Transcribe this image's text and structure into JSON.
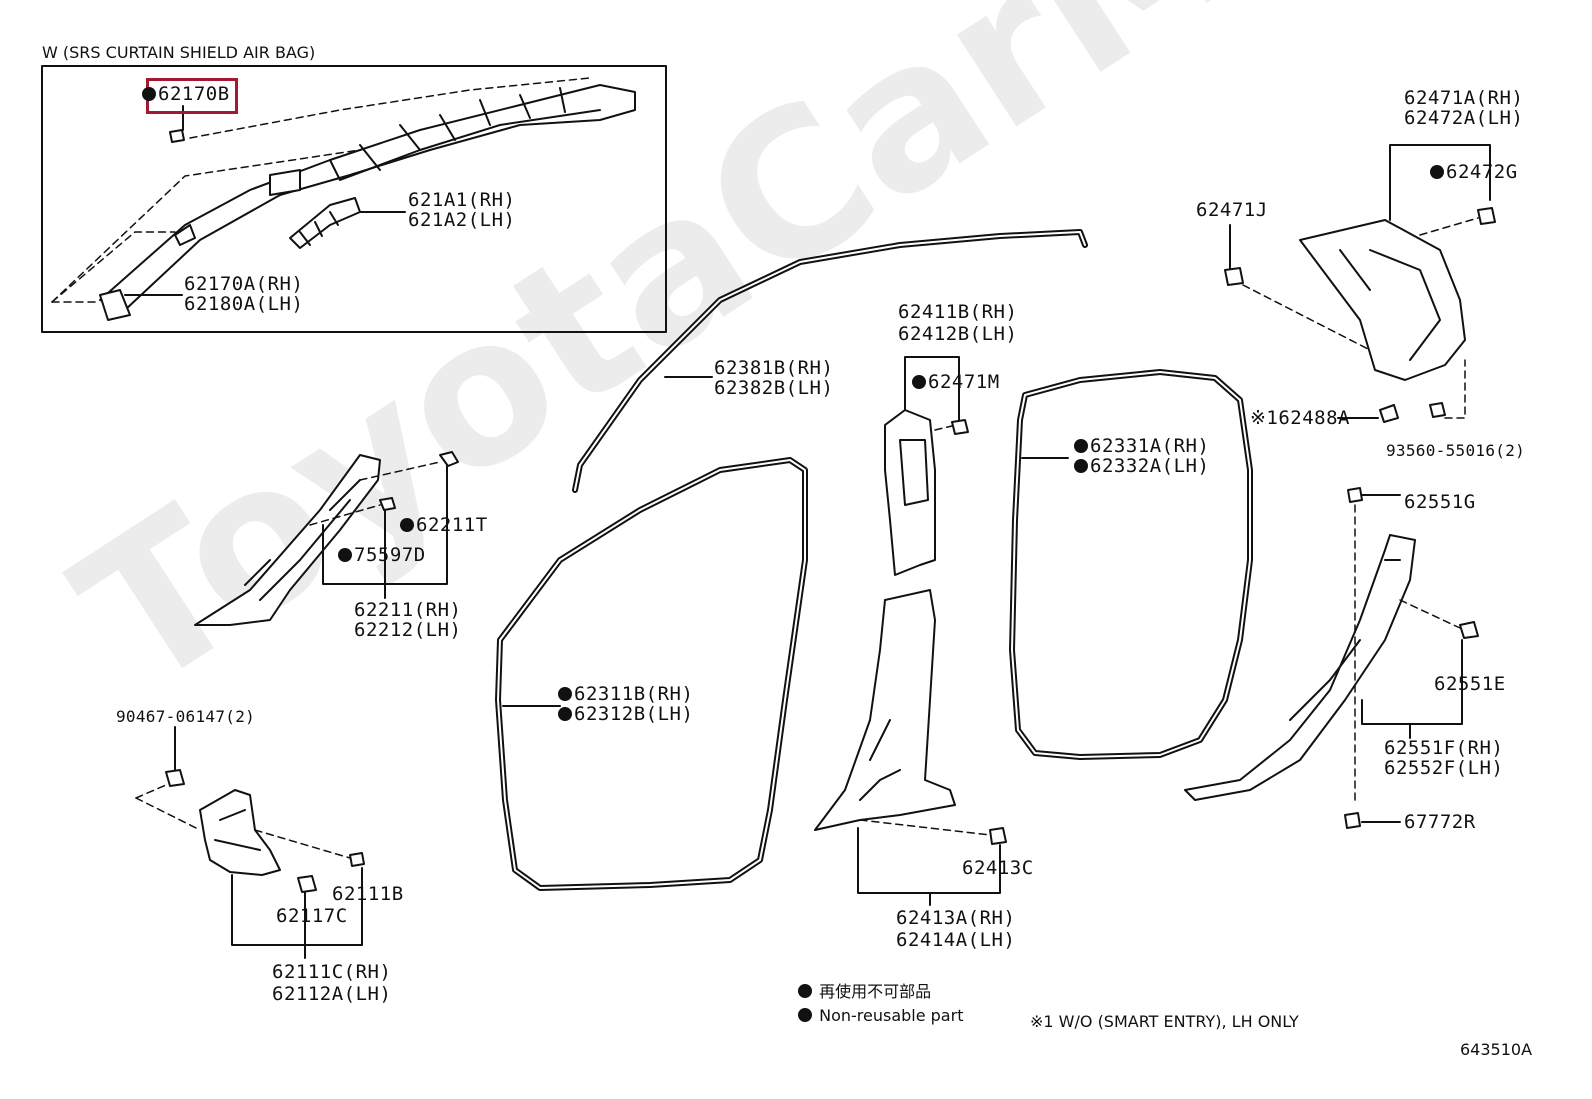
{
  "inset_title": "W (SRS CURTAIN SHIELD AIR BAG)",
  "watermark": "ToyotaCarMine.ru",
  "labels": {
    "p62170B": "62170B",
    "p621A1": "621A1(RH)",
    "p621A2": "621A2(LH)",
    "p62170A": "62170A(RH)",
    "p62180A": "62180A(LH)",
    "p62381B": "62381B(RH)",
    "p62382B": "62382B(LH)",
    "p62411B": "62411B(RH)",
    "p62412B": "62412B(LH)",
    "p62471M": "62471M",
    "p62471A": "62471A(RH)",
    "p62472A": "62472A(LH)",
    "p62472G": "62472G",
    "p62471J": "62471J",
    "p62488A": "62488A",
    "p62488A_mark": "※1",
    "p93560": "93560-55016(2)",
    "p62331A": "62331A(RH)",
    "p62332A": "62332A(LH)",
    "p62211T": "62211T",
    "p75597D": "75597D",
    "p62211": "62211(RH)",
    "p62212": "62212(LH)",
    "p62311B": "62311B(RH)",
    "p62312B": "62312B(LH)",
    "p62551G": "62551G",
    "p62551E": "62551E",
    "p62551F": "62551F(RH)",
    "p62552F": "62552F(LH)",
    "p67772R": "67772R",
    "p90467": "90467-06147(2)",
    "p62111B": "62111B",
    "p62117C": "62117C",
    "p62111C": "62111C(RH)",
    "p62112A": "62112A(LH)",
    "p62413C": "62413C",
    "p62413A": "62413A(RH)",
    "p62414A": "62414A(LH)"
  },
  "legend": {
    "jp": "再使用不可部品",
    "en": "Non-reusable part",
    "note": "※1 W/O (SMART ENTRY), LH ONLY"
  },
  "diagram_id": "643510A",
  "highlight_color": "#a3192f"
}
